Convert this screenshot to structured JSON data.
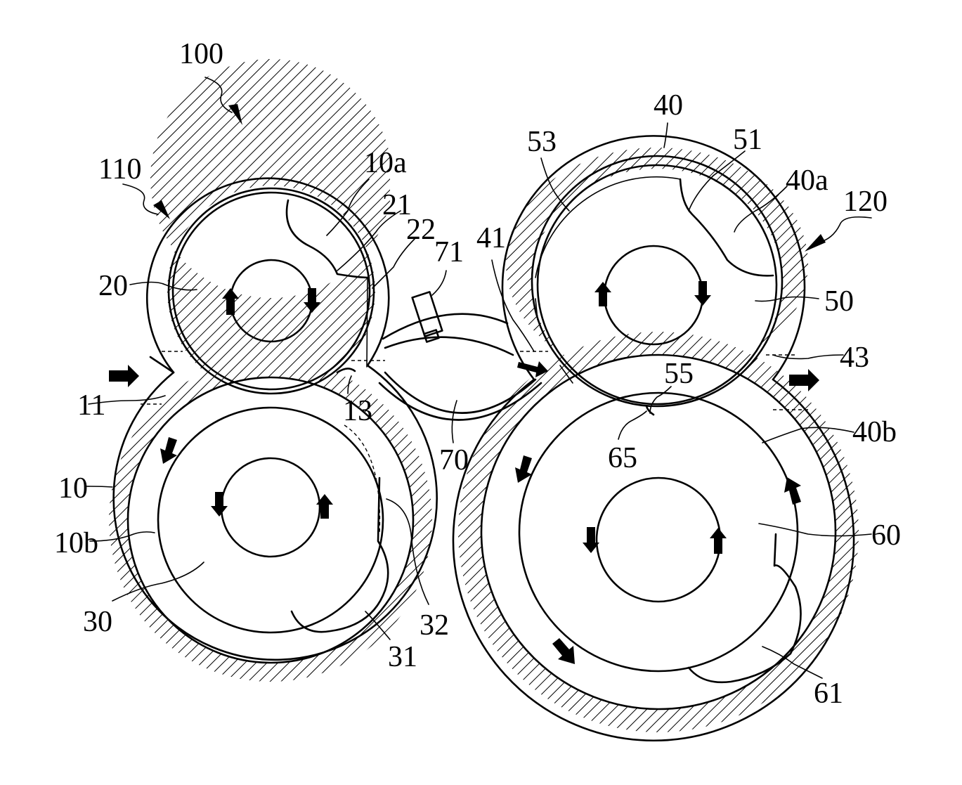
{
  "figure": {
    "labels": {
      "l100": "100",
      "l110": "110",
      "l120": "120",
      "l10": "10",
      "l10a": "10a",
      "l10b": "10b",
      "l11": "11",
      "l13": "13",
      "l20": "20",
      "l21": "21",
      "l22": "22",
      "l30": "30",
      "l31": "31",
      "l32": "32",
      "l40": "40",
      "l40a": "40a",
      "l40b": "40b",
      "l41": "41",
      "l43": "43",
      "l50": "50",
      "l51": "51",
      "l53": "53",
      "l55": "55",
      "l60": "60",
      "l61": "61",
      "l65": "65",
      "l70": "70",
      "l71": "71"
    },
    "colors": {
      "line": "#000000",
      "background": "#ffffff"
    }
  }
}
